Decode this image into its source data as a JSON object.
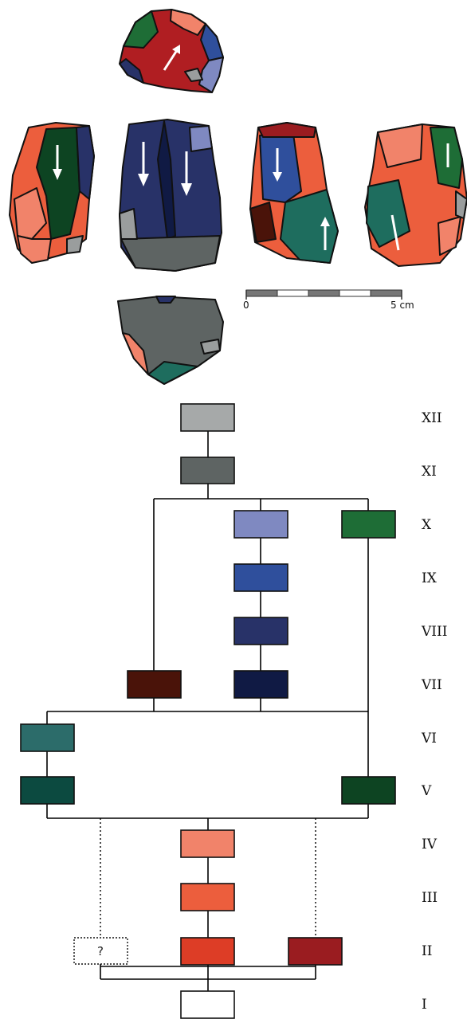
{
  "scale_bar": {
    "label_start": "0",
    "label_end": "5 cm",
    "colors": [
      "#777777",
      "#ffffff"
    ]
  },
  "phases": [
    "XII",
    "XI",
    "X",
    "IX",
    "VIII",
    "VII",
    "VI",
    "V",
    "IV",
    "III",
    "II",
    "I"
  ],
  "boxes": {
    "xii": {
      "color": "#a6a9a9"
    },
    "xi": {
      "color": "#5e6463"
    },
    "x_center": {
      "color": "#7f89c1"
    },
    "x_right": {
      "color": "#1e6d36"
    },
    "ix": {
      "color": "#2f4f9c"
    },
    "viii": {
      "color": "#283268"
    },
    "vii_center": {
      "color": "#101a44"
    },
    "vii_left": {
      "color": "#4a1309"
    },
    "vi": {
      "color": "#2c6c6a"
    },
    "v_left": {
      "color": "#0c4a40"
    },
    "v_right": {
      "color": "#0d4422"
    },
    "iv": {
      "color": "#f1836a"
    },
    "iii": {
      "color": "#ec5e3d"
    },
    "ii_center": {
      "color": "#dd3d26"
    },
    "ii_right": {
      "color": "#9a1c20"
    },
    "ii_unknown": {
      "label": "?"
    },
    "i": {
      "color": "#ffffff"
    }
  }
}
